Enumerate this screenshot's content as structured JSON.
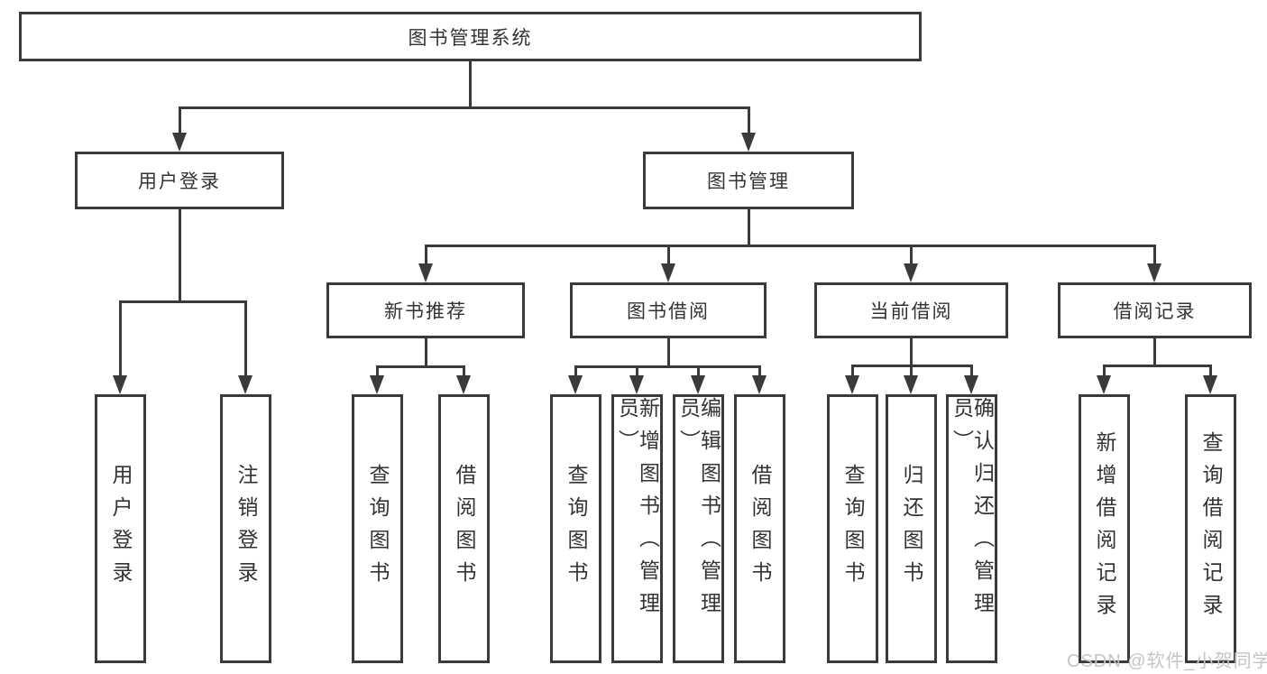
{
  "diagram": {
    "root_label": "图书管理系统",
    "user_branch": {
      "label": "用户登录",
      "children": [
        "用户登录",
        "注销登录"
      ]
    },
    "book_branch": {
      "label": "图书管理",
      "groups": [
        {
          "label": "新书推荐",
          "children": [
            "查询图书",
            "借阅图书"
          ]
        },
        {
          "label": "图书借阅",
          "children": [
            "查询图书",
            "新增图书（管理员）",
            "编辑图书（管理员）",
            "借阅图书"
          ]
        },
        {
          "label": "当前借阅",
          "children": [
            "查询图书",
            "归还图书",
            "确认归还（管理员）"
          ]
        },
        {
          "label": "借阅记录",
          "children": [
            "新增借阅记录",
            "查询借阅记录"
          ]
        }
      ]
    },
    "watermark": "CSDN @软件_小贺同学"
  }
}
